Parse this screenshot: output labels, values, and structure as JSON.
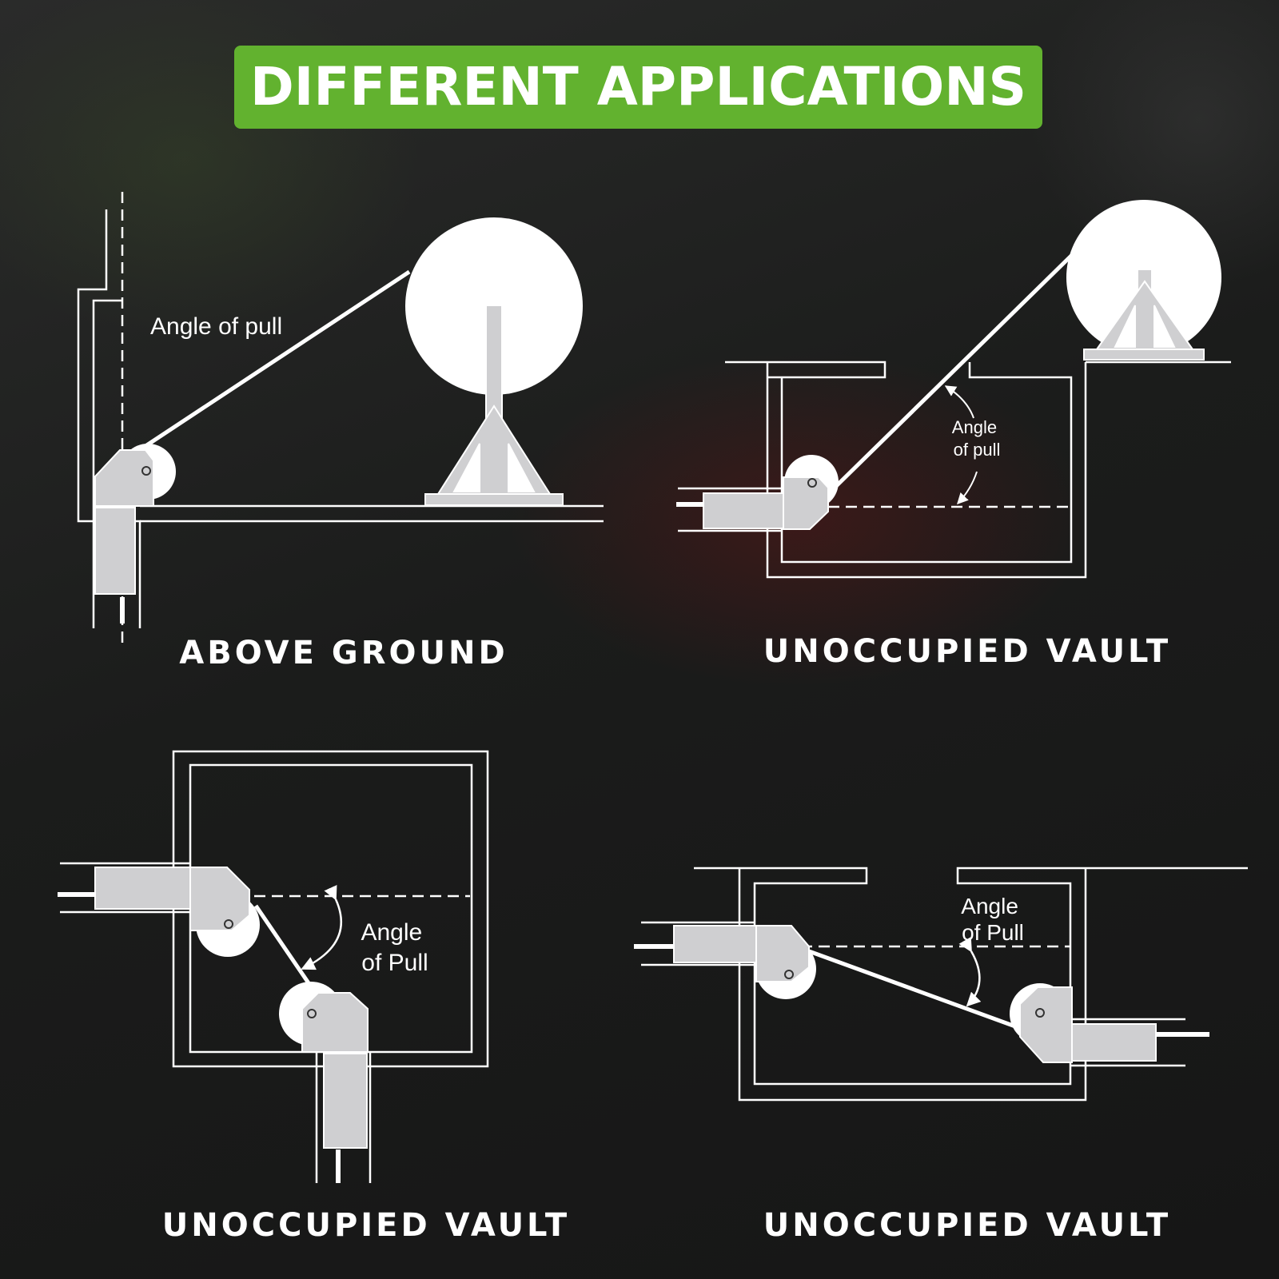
{
  "banner": {
    "title": "DIFFERENT APPLICATIONS"
  },
  "panels": [
    {
      "caption": "ABOVE GROUND",
      "annotation_lines": [
        "Angle of pull"
      ]
    },
    {
      "caption": "UNOCCUPIED VAULT",
      "annotation_lines": [
        "Angle",
        "of pull"
      ]
    },
    {
      "caption": "UNOCCUPIED VAULT",
      "annotation_lines": [
        "Angle",
        "of Pull"
      ]
    },
    {
      "caption": "UNOCCUPIED VAULT",
      "annotation_lines": [
        "Angle",
        "of Pull"
      ]
    }
  ],
  "colors": {
    "banner": "#62b22f",
    "line": "#ffffff",
    "equipment": "#cfcfd1",
    "background": "#1c1c1c"
  }
}
